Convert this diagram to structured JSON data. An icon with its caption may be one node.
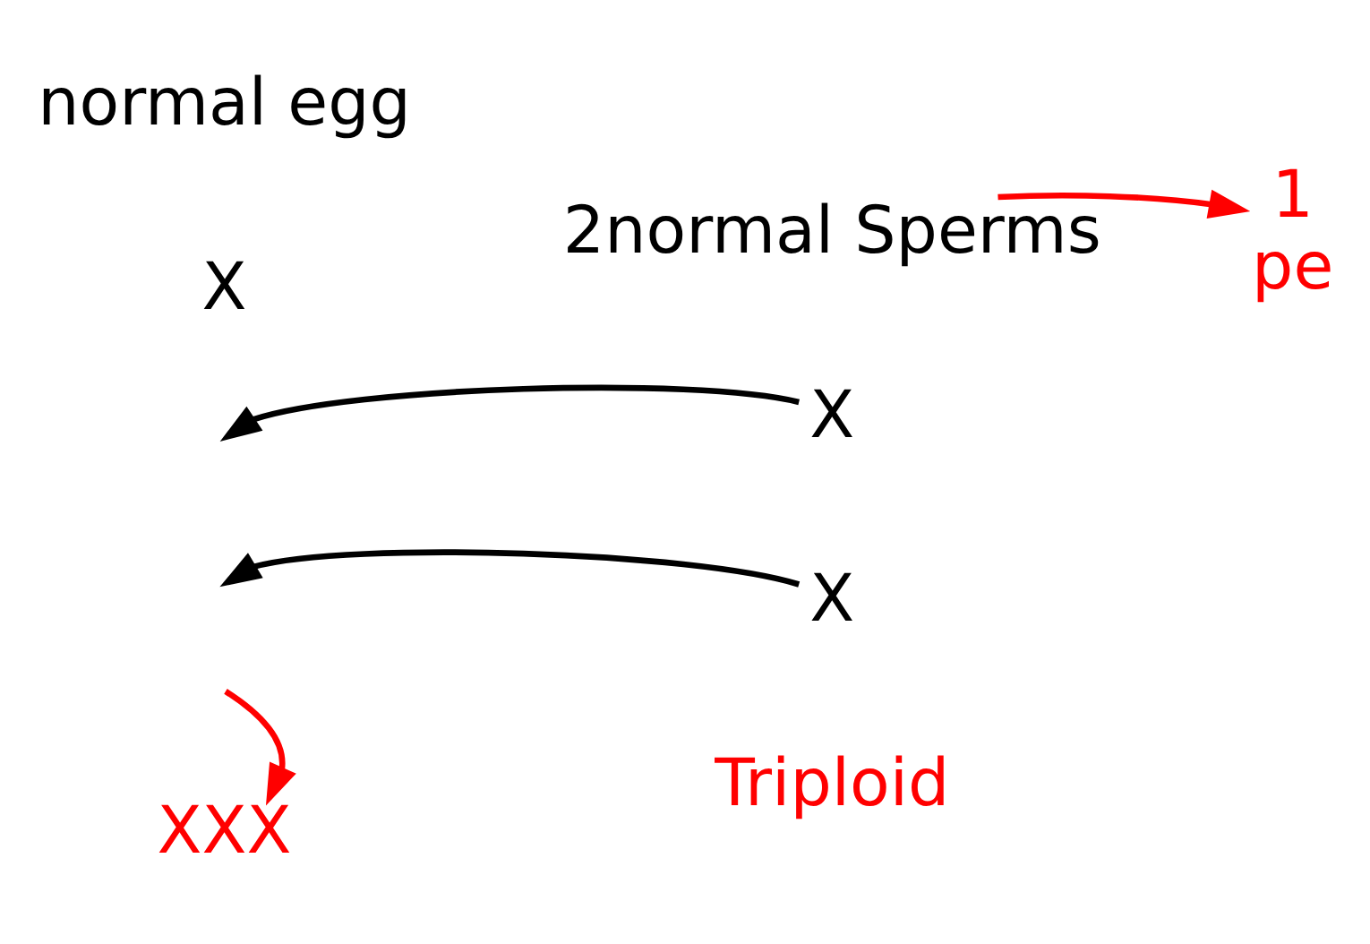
{
  "diagram": {
    "nodes": [
      {
        "text": [
          "normal egg"
        ]
      },
      {
        "text": [
          "X"
        ]
      },
      {
        "text": [
          "2normal Sperms"
        ]
      },
      {
        "text": [
          "X"
        ]
      },
      {
        "text": [
          "X"
        ]
      },
      {
        "text": [
          "XXX"
        ]
      },
      {
        "text": [
          "Triploid"
        ]
      },
      {
        "text": [
          "1",
          "pe"
        ]
      }
    ],
    "edges": [
      {
        "from": 3,
        "to": null,
        "arrow": "to"
      },
      {
        "from": 4,
        "to": null,
        "arrow": "to"
      },
      {
        "from": null,
        "to": 5,
        "arrow": "to",
        "color": "#ff0000"
      },
      {
        "from": 2,
        "to": 7,
        "arrow": "to",
        "color": "#ff0000"
      }
    ]
  }
}
